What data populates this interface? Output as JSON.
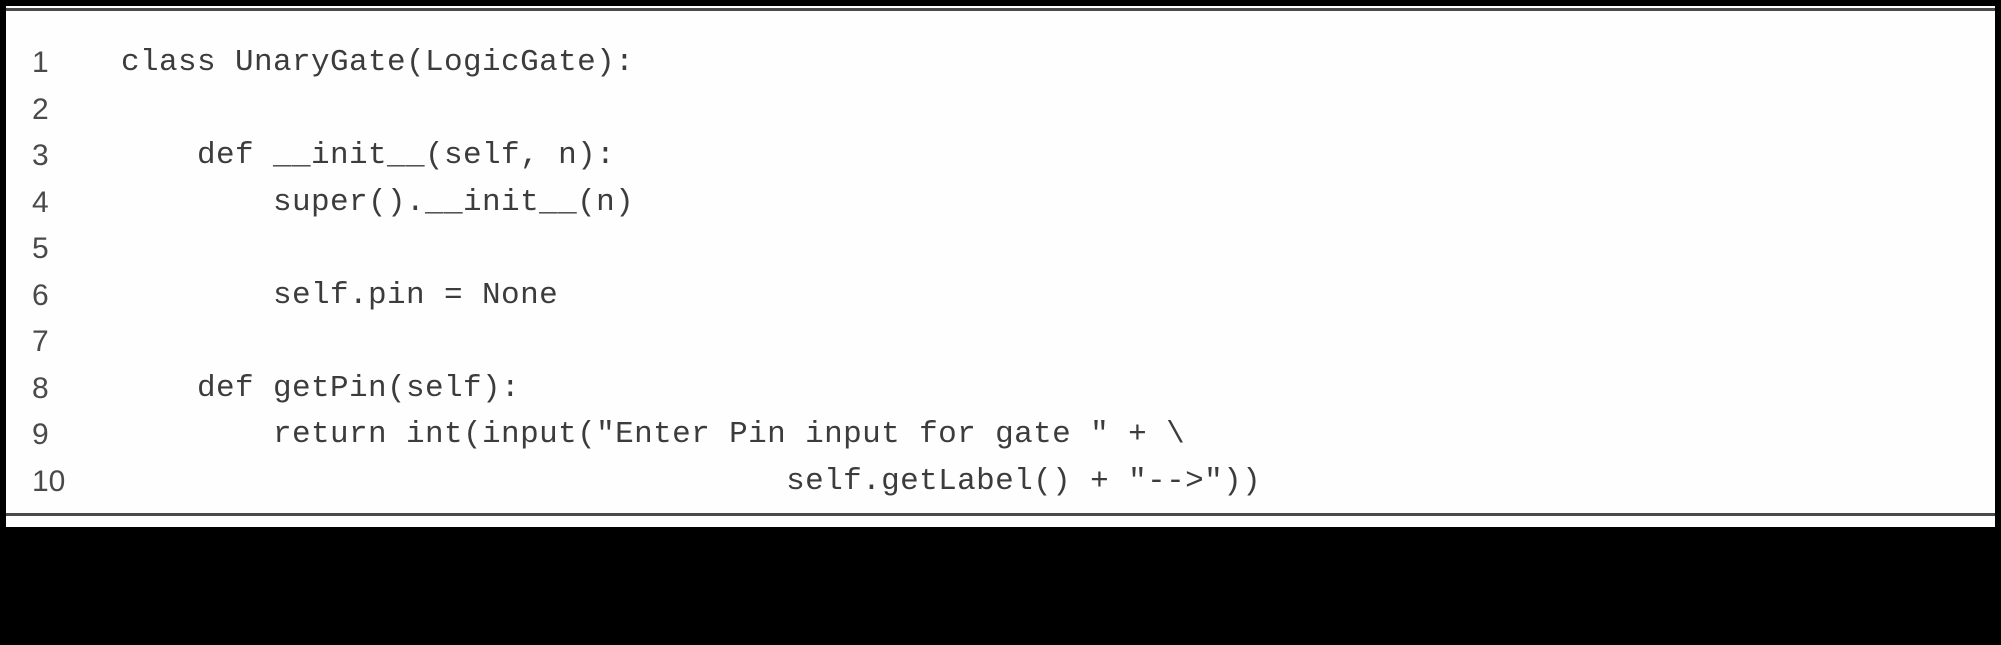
{
  "code_listing": {
    "lines": [
      {
        "number": "1",
        "code": "class UnaryGate(LogicGate):"
      },
      {
        "number": "2",
        "code": ""
      },
      {
        "number": "3",
        "code": "    def __init__(self, n):"
      },
      {
        "number": "4",
        "code": "        super().__init__(n)"
      },
      {
        "number": "5",
        "code": ""
      },
      {
        "number": "6",
        "code": "        self.pin = None"
      },
      {
        "number": "7",
        "code": ""
      },
      {
        "number": "8",
        "code": "    def getPin(self):"
      },
      {
        "number": "9",
        "code": "        return int(input(\"Enter Pin input for gate \" + \\"
      },
      {
        "number": "10",
        "code": "                                   self.getLabel() + \"-->\"))"
      }
    ]
  }
}
